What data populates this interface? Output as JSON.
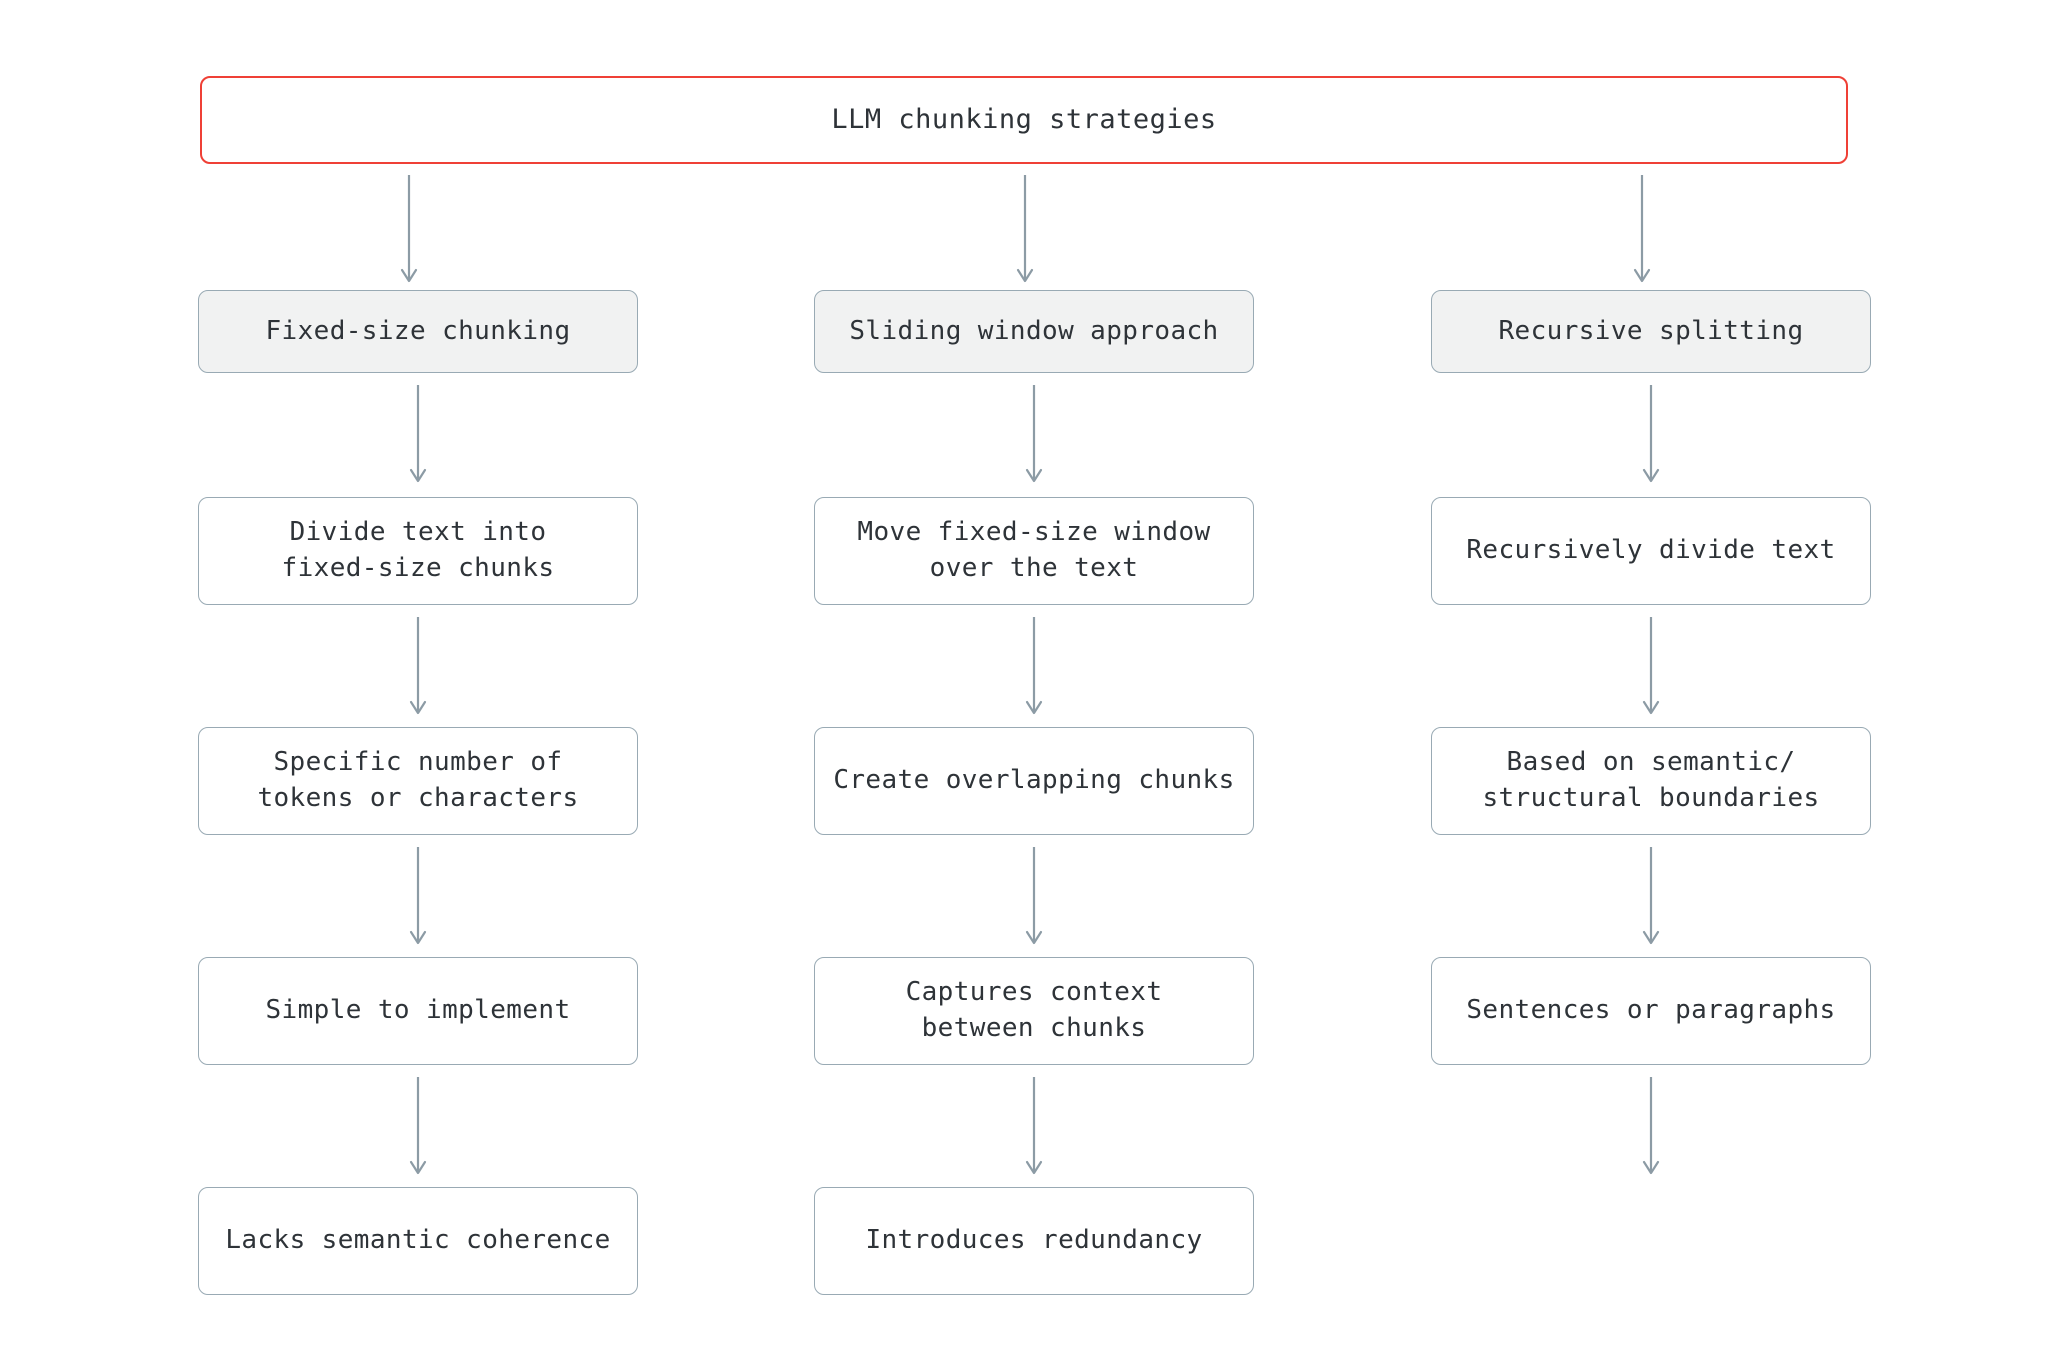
{
  "diagram": {
    "type": "flowchart",
    "title": "LLM chunking strategies",
    "orientation": "top-down",
    "colors": {
      "root_border": "#ef4036",
      "node_border": "#99aab4",
      "node_fill_highlight": "#f1f2f2",
      "node_fill_default": "#ffffff",
      "arrow": "#8c9ba5",
      "text": "#2e3338",
      "background": "#ffffff"
    },
    "root": {
      "label": "LLM chunking strategies"
    },
    "columns": [
      {
        "id": "fixed-size-chunking",
        "heading": "Fixed-size chunking",
        "steps": [
          "Divide text into\nfixed-size chunks",
          "Specific number of\ntokens or characters",
          "Simple to implement",
          "Lacks semantic coherence"
        ],
        "trailing_arrow": false
      },
      {
        "id": "sliding-window-approach",
        "heading": "Sliding window approach",
        "steps": [
          "Move fixed-size window\nover the text",
          "Create overlapping chunks",
          "Captures context\nbetween chunks",
          "Introduces redundancy"
        ],
        "trailing_arrow": false
      },
      {
        "id": "recursive-splitting",
        "heading": "Recursive splitting",
        "steps": [
          "Recursively divide text",
          "Based on semantic/\nstructural boundaries",
          "Sentences or paragraphs"
        ],
        "trailing_arrow": true
      }
    ]
  }
}
